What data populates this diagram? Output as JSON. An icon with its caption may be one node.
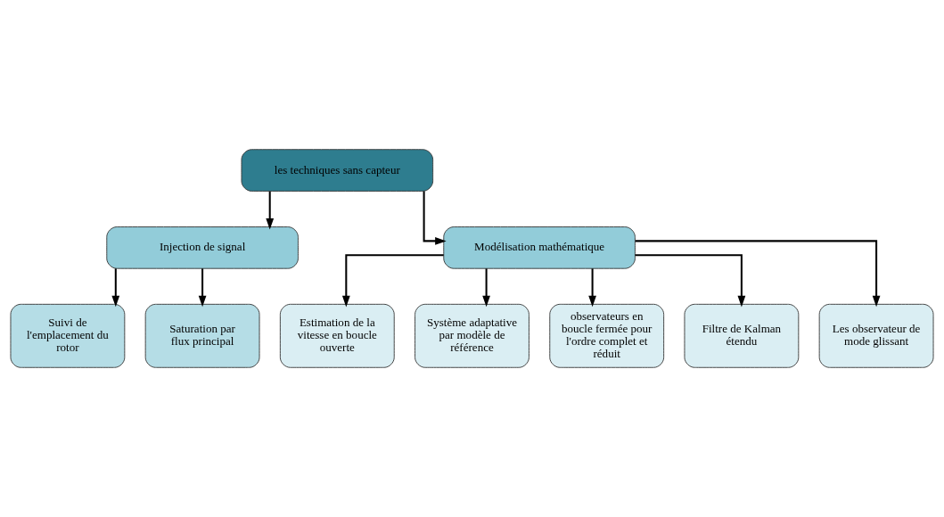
{
  "diagram": {
    "nodes": [
      {
        "text": [
          "les techniques sans capteur"
        ]
      },
      {
        "text": [
          "Injection de signal"
        ]
      },
      {
        "text": [
          "Modélisation mathématique"
        ]
      },
      {
        "text": [
          "Suivi de l'emplacement du rotor"
        ]
      },
      {
        "text": [
          "Saturation par flux principal"
        ]
      },
      {
        "text": [
          "Estimation de la vitesse en boucle ouverte"
        ]
      },
      {
        "text": [
          "Système adaptative par modèle de référence"
        ]
      },
      {
        "text": [
          "observateurs en boucle fermée pour l'ordre complet et réduit"
        ]
      },
      {
        "text": [
          "Filtre de Kalman étendu"
        ]
      },
      {
        "text": [
          "Les observateur de mode glissant"
        ]
      }
    ],
    "edges": [
      {
        "from": 0,
        "to": 1,
        "arrow": "to"
      },
      {
        "from": 0,
        "to": 2,
        "arrow": "to"
      },
      {
        "from": 1,
        "to": 3,
        "arrow": "to"
      },
      {
        "from": 1,
        "to": 4,
        "arrow": "to"
      },
      {
        "from": 2,
        "to": 5,
        "arrow": "to"
      },
      {
        "from": 2,
        "to": 6,
        "arrow": "to"
      },
      {
        "from": 2,
        "to": 7,
        "arrow": "to"
      },
      {
        "from": 2,
        "to": 8,
        "arrow": "to"
      },
      {
        "from": 2,
        "to": 9,
        "arrow": "to"
      }
    ]
  }
}
